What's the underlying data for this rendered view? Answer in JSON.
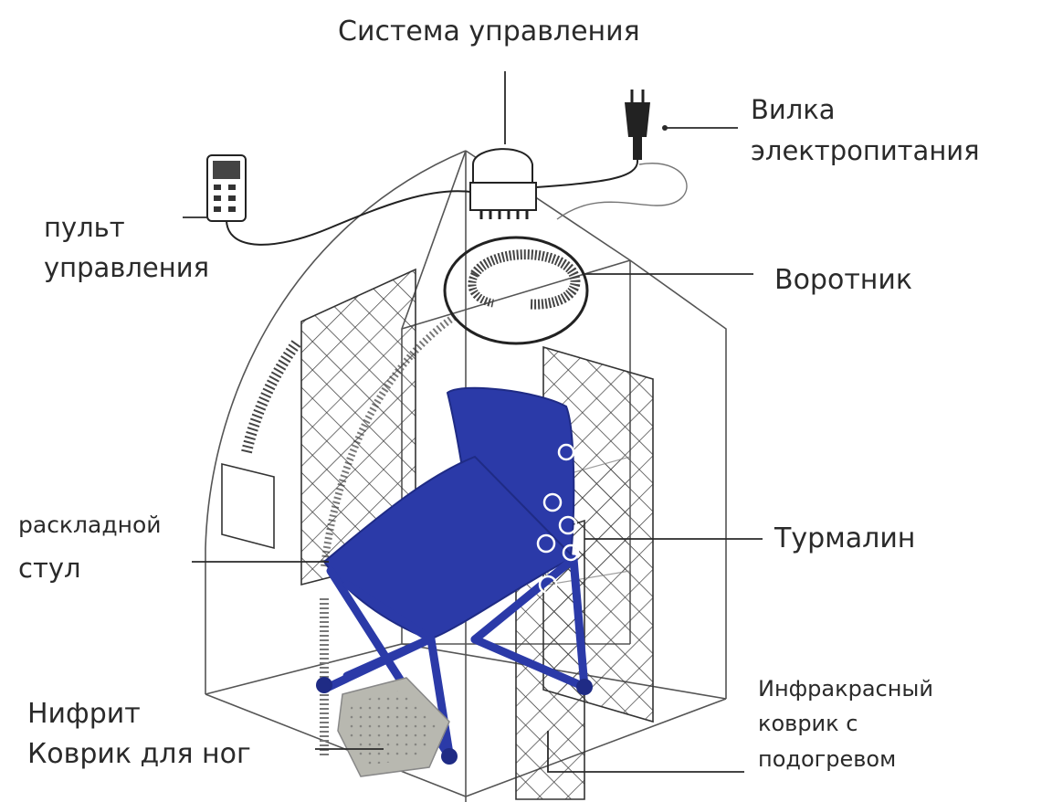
{
  "labels": {
    "control_system": "Система управления",
    "plug_line1": "Вилка",
    "plug_line2": "электропитания",
    "remote_line1": "пульт",
    "remote_line2": "управления",
    "collar": "Воротник",
    "chair_line1": "раскладной",
    "chair_line2": "стул",
    "tourmaline": "Турмалин",
    "nephrite_line1": "Нифрит",
    "nephrite_line2": "Коврик для ног",
    "infrared_line1": "Инфракрасный",
    "infrared_line2": "коврик с",
    "infrared_line3": "подогревом"
  },
  "colors": {
    "line": "#2a2a2a",
    "chair": "#2b3aa8",
    "chair_dark": "#1f2b85",
    "mat": "#b8b8b0"
  },
  "icons": [
    "remote-control-icon",
    "power-plug-icon",
    "control-unit-icon",
    "collar-icon",
    "folding-chair-icon",
    "foot-mat-icon"
  ]
}
